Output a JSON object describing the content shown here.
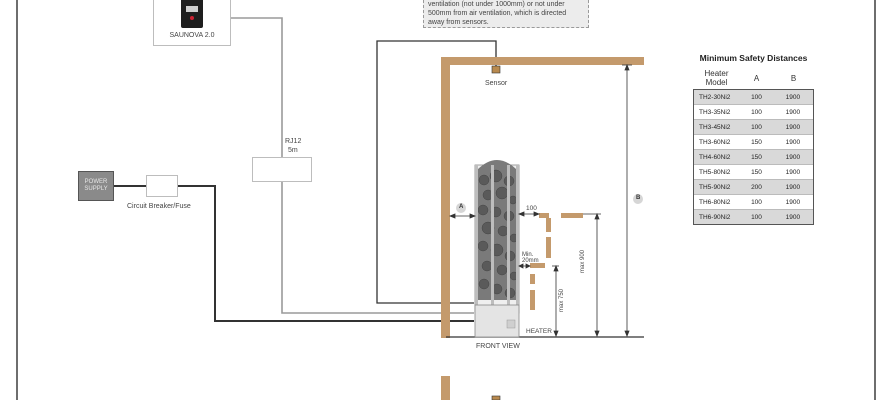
{
  "note": {
    "line1": "ventilation (not under 1000mm) or not under",
    "line2": "500mm from air ventilation, which is directed",
    "line3": "away from sensors."
  },
  "controller": {
    "name": "SAUNOVA 2.0"
  },
  "power_supply": {
    "line1": "POWER",
    "line2": "SUPPLY"
  },
  "breaker": {
    "label": "Circuit Breaker/Fuse"
  },
  "cable": {
    "line1": "RJ12",
    "line2": "5m"
  },
  "sensor": {
    "label": "Sensor"
  },
  "heater_labels": {
    "a_marker": "A",
    "b_marker": "B",
    "gap_100": "100",
    "min_line1": "Min.",
    "min_line2": "20mm",
    "max_900": "max 900",
    "max_750": "max 750",
    "heater": "HEATER",
    "front_view": "FRONT VIEW"
  },
  "safety_table": {
    "title": "Minimum Safety Distances",
    "headers": {
      "model_line1": "Heater",
      "model_line2": "Model",
      "a": "A",
      "b": "B"
    },
    "rows": [
      {
        "model": "TH2-30Ni2",
        "a": "100",
        "b": "1900"
      },
      {
        "model": "TH3-35Ni2",
        "a": "100",
        "b": "1900"
      },
      {
        "model": "TH3-45Ni2",
        "a": "100",
        "b": "1900"
      },
      {
        "model": "TH3-60Ni2",
        "a": "150",
        "b": "1900"
      },
      {
        "model": "TH4-60Ni2",
        "a": "150",
        "b": "1900"
      },
      {
        "model": "TH5-80Ni2",
        "a": "150",
        "b": "1900"
      },
      {
        "model": "TH5-90Ni2",
        "a": "200",
        "b": "1900"
      },
      {
        "model": "TH6-80Ni2",
        "a": "100",
        "b": "1900"
      },
      {
        "model": "TH6-90Ni2",
        "a": "100",
        "b": "1900"
      }
    ]
  },
  "colors": {
    "wall": "#c49a6c",
    "line_dark": "#333333",
    "line_light": "#9a9a9a",
    "power_box": "#8a8a8a",
    "table_alt_row": "#d9d9d9"
  }
}
